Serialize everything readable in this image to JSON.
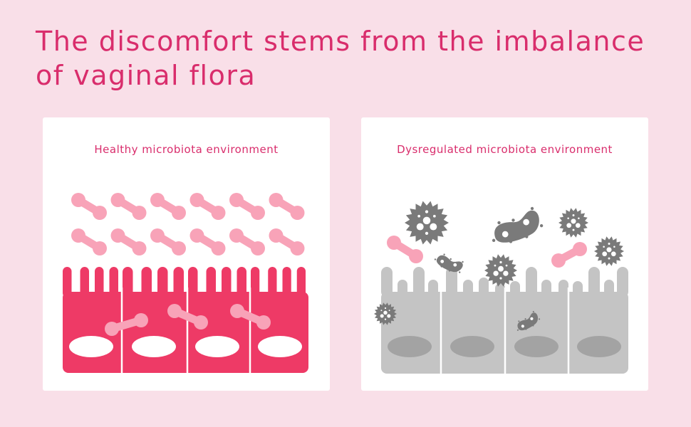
{
  "title": "The discomfort stems from the imbalance of vaginal flora",
  "panels": {
    "healthy": {
      "label": "Healthy microbiota environment"
    },
    "dysregulated": {
      "label": "Dysregulated microbiota environment"
    }
  },
  "colors": {
    "background": "#f9dfe8",
    "accent": "#d92d6c",
    "healthy_cell": "#ee3a66",
    "lactobacillus": "#f8a3b8",
    "dysregulated_cell": "#c4c4c4",
    "nucleus_grey": "#a3a3a3",
    "pathogen": "#7a7a7a"
  }
}
